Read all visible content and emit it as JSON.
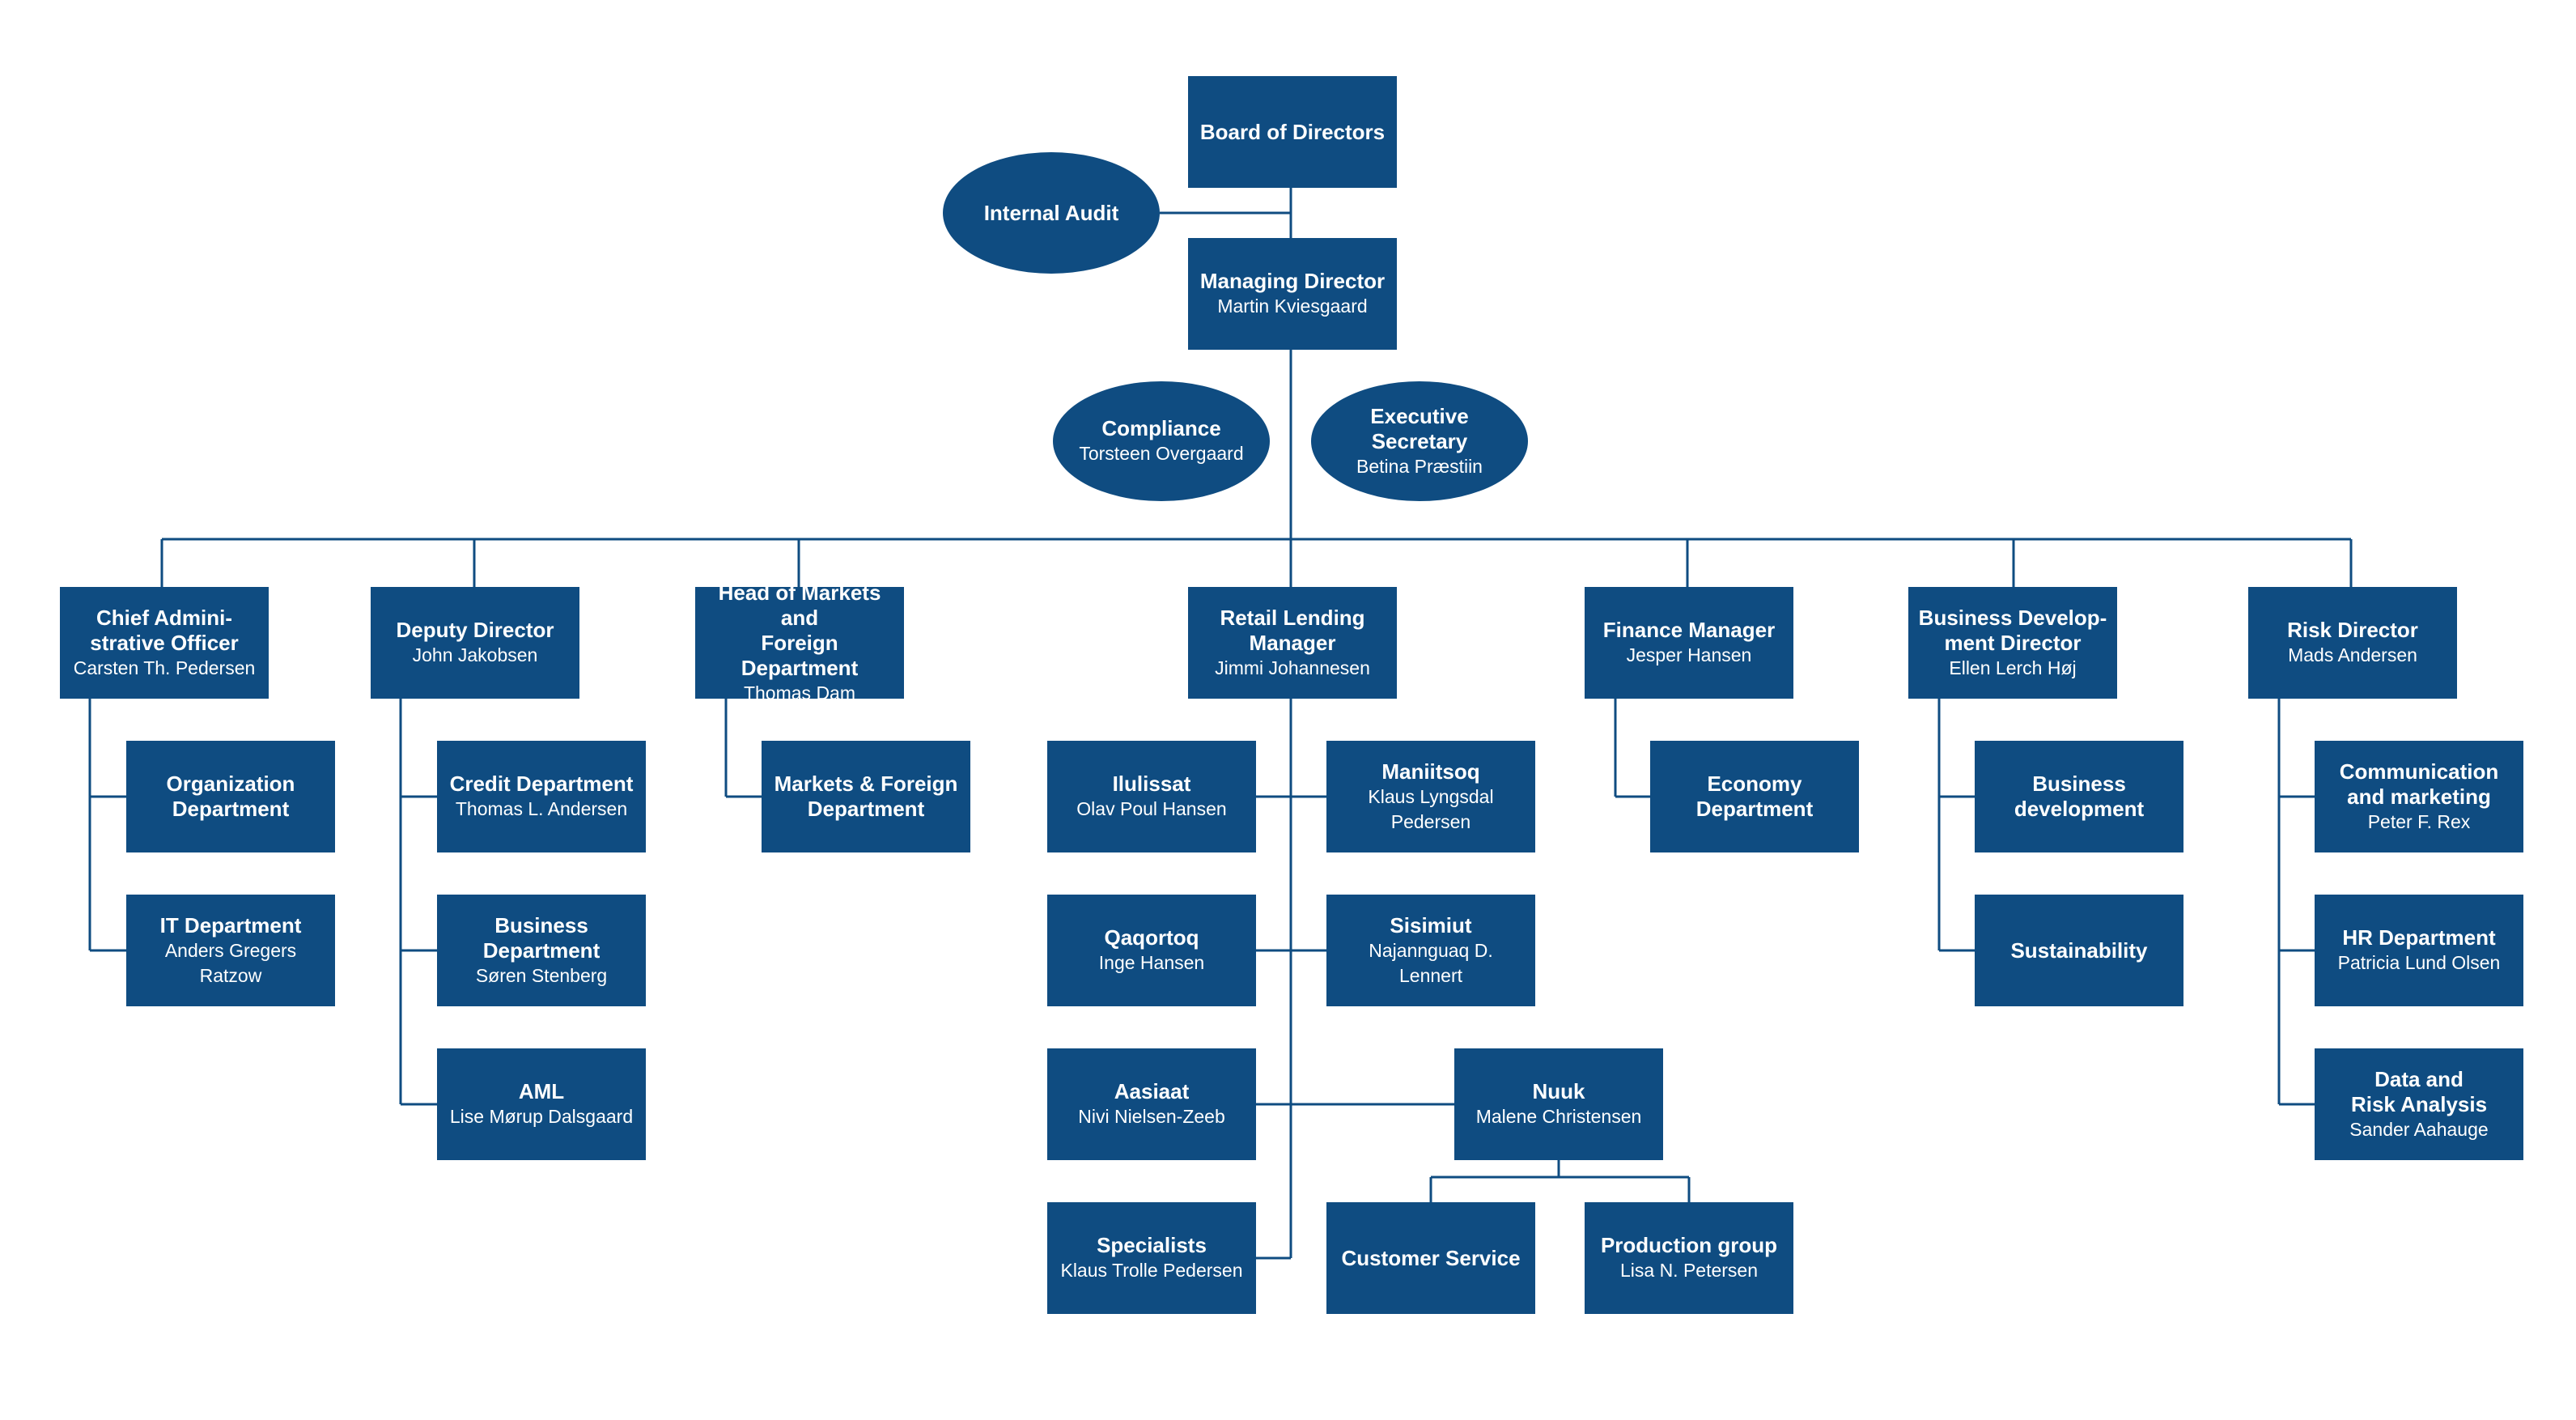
{
  "colors": {
    "box_fill": "#0f4c81",
    "line": "#0f4c81",
    "text": "#ffffff",
    "background": "#ffffff"
  },
  "nodes": {
    "board": {
      "title": "Board of Directors",
      "subtitle": ""
    },
    "audit": {
      "title": "Internal Audit",
      "subtitle": ""
    },
    "md": {
      "title": "Managing Director",
      "subtitle": "Martin Kviesgaard"
    },
    "compliance": {
      "title": "Compliance",
      "subtitle": "Torsteen Overgaard"
    },
    "exec_sec": {
      "title": "Executive\nSecretary",
      "subtitle": "Betina Præstiin"
    },
    "cao": {
      "title": "Chief Admini-\nstrative Officer",
      "subtitle": "Carsten Th. Pedersen"
    },
    "org_dept": {
      "title": "Organization\nDepartment",
      "subtitle": ""
    },
    "it_dept": {
      "title": "IT Department",
      "subtitle": "Anders Gregers\nRatzow"
    },
    "deputy": {
      "title": "Deputy Director",
      "subtitle": "John Jakobsen"
    },
    "credit": {
      "title": "Credit Department",
      "subtitle": "Thomas L. Andersen"
    },
    "business_dept": {
      "title": "Business\nDepartment",
      "subtitle": "Søren Stenberg"
    },
    "aml": {
      "title": "AML",
      "subtitle": "Lise Mørup Dalsgaard"
    },
    "head_markets": {
      "title": "Head of Markets and\nForeign Department",
      "subtitle": "Thomas Dam"
    },
    "markets_foreign": {
      "title": "Markets & Foreign\nDepartment",
      "subtitle": ""
    },
    "retail": {
      "title": "Retail Lending\nManager",
      "subtitle": "Jimmi Johannesen"
    },
    "ilulissat": {
      "title": "Ilulissat",
      "subtitle": "Olav Poul Hansen"
    },
    "maniitsoq": {
      "title": "Maniitsoq",
      "subtitle": "Klaus Lyngsdal\nPedersen"
    },
    "qaqortoq": {
      "title": "Qaqortoq",
      "subtitle": "Inge Hansen"
    },
    "sisimiut": {
      "title": "Sisimiut",
      "subtitle": "Najannguaq D.\nLennert"
    },
    "aasiaat": {
      "title": "Aasiaat",
      "subtitle": "Nivi Nielsen-Zeeb"
    },
    "nuuk": {
      "title": "Nuuk",
      "subtitle": "Malene Christensen"
    },
    "specialists": {
      "title": "Specialists",
      "subtitle": "Klaus Trolle Pedersen"
    },
    "customer_service": {
      "title": "Customer Service",
      "subtitle": ""
    },
    "production": {
      "title": "Production group",
      "subtitle": "Lisa N. Petersen"
    },
    "finance": {
      "title": "Finance Manager",
      "subtitle": "Jesper Hansen"
    },
    "economy": {
      "title": "Economy\nDepartment",
      "subtitle": ""
    },
    "bizdev_dir": {
      "title": "Business Develop-\nment Director",
      "subtitle": "Ellen Lerch Høj"
    },
    "bizdev": {
      "title": "Business\ndevelopment",
      "subtitle": ""
    },
    "sustainability": {
      "title": "Sustainability",
      "subtitle": ""
    },
    "risk_dir": {
      "title": "Risk Director",
      "subtitle": "Mads Andersen"
    },
    "comm": {
      "title": "Communication\nand marketing",
      "subtitle": "Peter F. Rex"
    },
    "hr": {
      "title": "HR Department",
      "subtitle": "Patricia Lund Olsen"
    },
    "data_risk": {
      "title": "Data and\nRisk Analysis",
      "subtitle": "Sander Aahauge"
    }
  }
}
